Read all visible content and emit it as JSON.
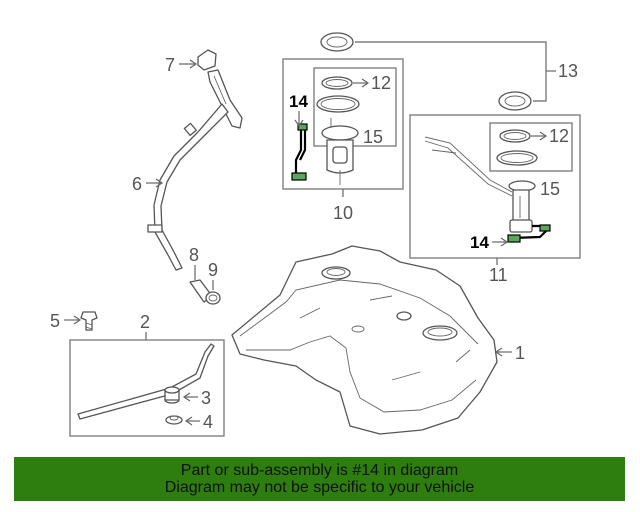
{
  "callouts": {
    "c1": "1",
    "c2": "2",
    "c3": "3",
    "c4": "4",
    "c5": "5",
    "c6": "6",
    "c7": "7",
    "c8": "8",
    "c9": "9",
    "c10": "10",
    "c11": "11",
    "c12a": "12",
    "c12b": "12",
    "c13": "13",
    "c14a": "14",
    "c14b": "14",
    "c15a": "15",
    "c15b": "15"
  },
  "banner": {
    "line1": "Part or sub-assembly is #14 in diagram",
    "line2": "Diagram may not be specific to your vehicle",
    "color": "#2e7d0f"
  },
  "highlight_part": "14"
}
